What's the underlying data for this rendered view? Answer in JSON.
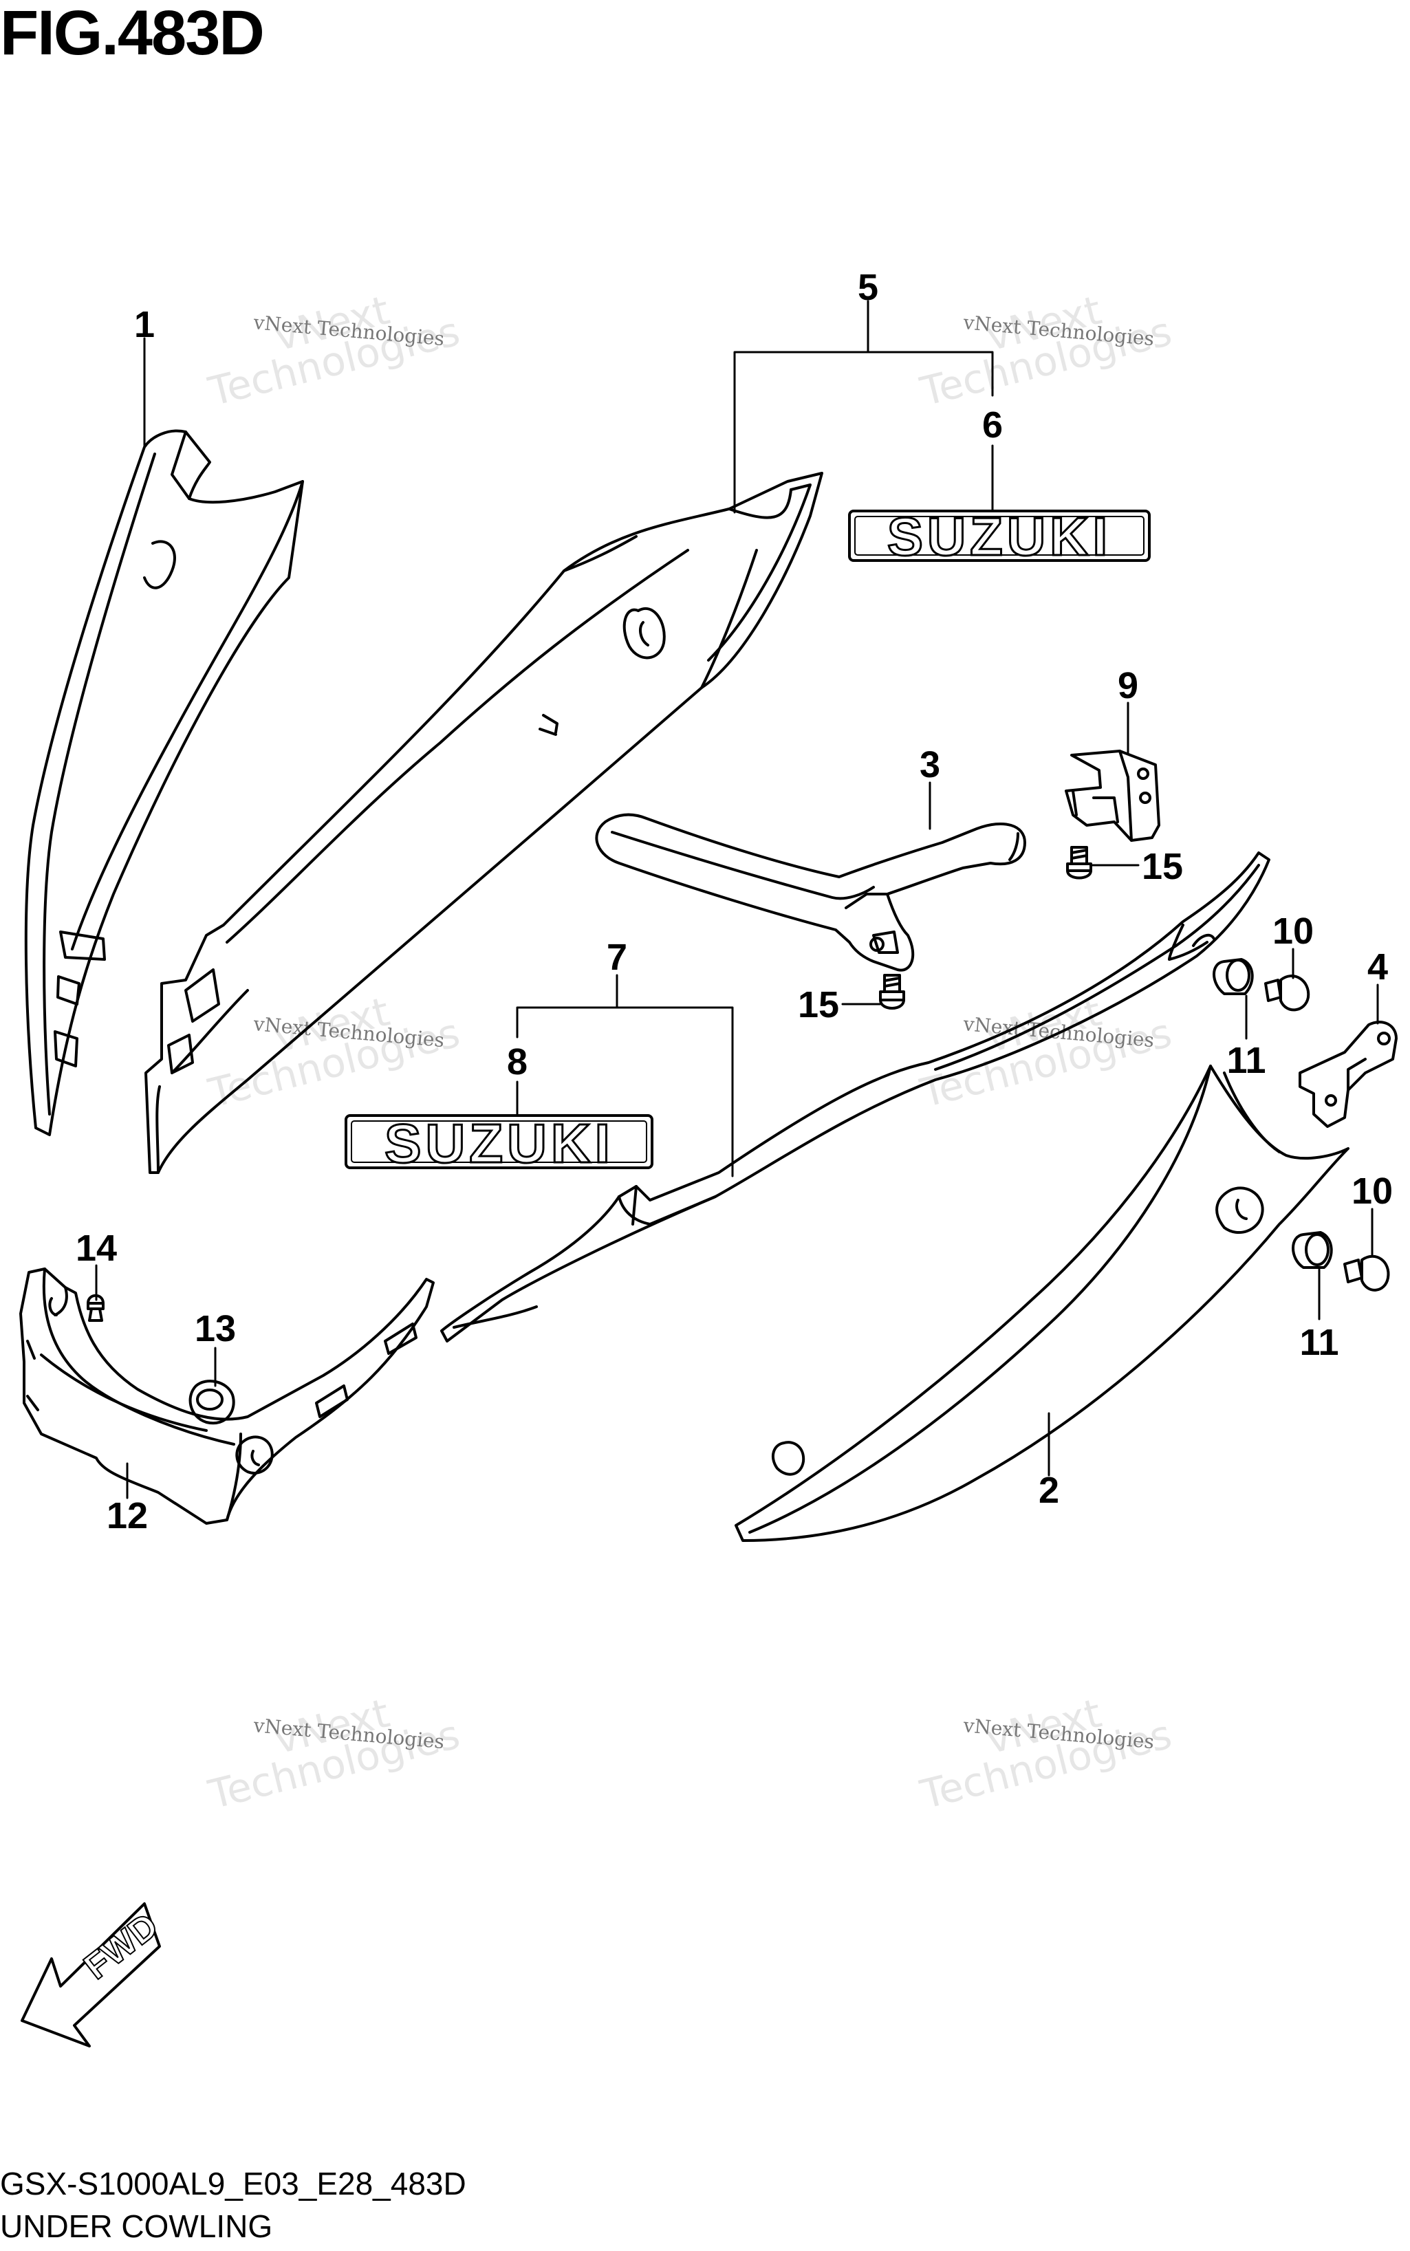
{
  "figure": {
    "title": "FIG.483D",
    "model_code": "GSX-S1000AL9_E03_E28_483D",
    "name": "UNDER COWLING"
  },
  "callouts": {
    "c1": "1",
    "c2": "2",
    "c3": "3",
    "c4": "4",
    "c5": "5",
    "c6": "6",
    "c7": "7",
    "c8": "8",
    "c9": "9",
    "c10a": "10",
    "c10b": "10",
    "c11a": "11",
    "c11b": "11",
    "c12": "12",
    "c13": "13",
    "c14": "14",
    "c15a": "15",
    "c15b": "15"
  },
  "emblems": {
    "upper": "SUZUKI",
    "lower": "SUZUKI"
  },
  "fwd_label": "FWD",
  "watermark": {
    "line1": "vNext Technologies",
    "line2": "Technologies",
    "line3": "vNext"
  }
}
